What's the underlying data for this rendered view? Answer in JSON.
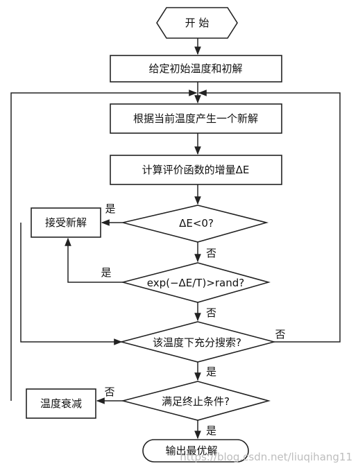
{
  "nodes": {
    "start": "开 始",
    "init": "给定初始温度和初解",
    "generate": "根据当前温度产生一个新解",
    "delta": "计算评价函数的增量ΔE",
    "check_delta": "ΔE<0?",
    "metropolis": "exp(−ΔE/T)>rand?",
    "accept": "接受新解",
    "inner_loop": "该温度下充分搜索?",
    "cool": "温度衰减",
    "stop_check": "满足终止条件?",
    "end": "输出最优解"
  },
  "labels": {
    "yes": "是",
    "no": "否"
  },
  "watermark": "https://blog.csdn.net/liuqihang11"
}
